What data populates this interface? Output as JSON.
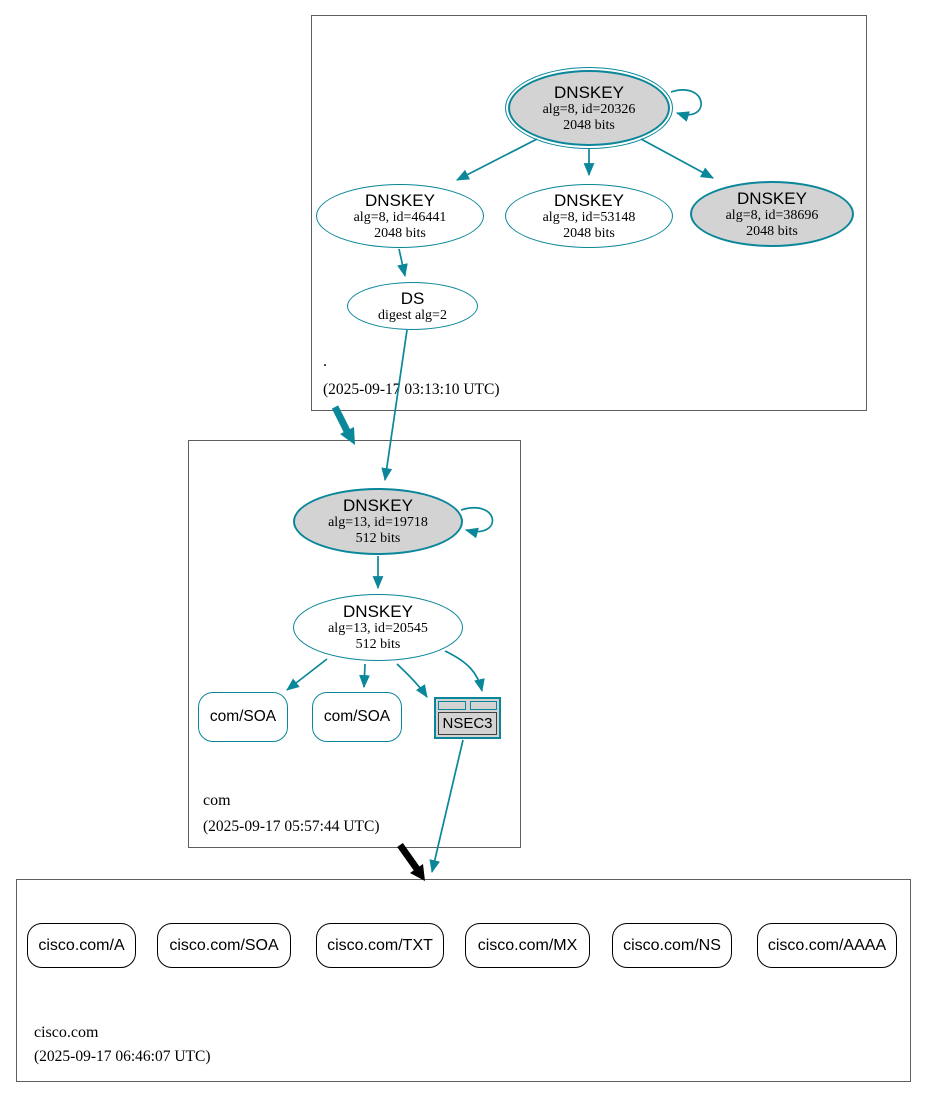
{
  "graph": {
    "colors": {
      "secure_teal": "#0a879a",
      "node_gray_fill": "#d3d3d3",
      "insecure_black": "#000000",
      "zone_box_border": "#5f5f5f"
    },
    "zones": {
      "root": {
        "label": ".",
        "timestamp": "(2025-09-17 03:13:10 UTC)",
        "nodes": {
          "ksk": {
            "title": "DNSKEY",
            "alg": "alg=8, id=20326",
            "bits": "2048 bits"
          },
          "zsk1": {
            "title": "DNSKEY",
            "alg": "alg=8, id=46441",
            "bits": "2048 bits"
          },
          "zsk2": {
            "title": "DNSKEY",
            "alg": "alg=8, id=53148",
            "bits": "2048 bits"
          },
          "key38696": {
            "title": "DNSKEY",
            "alg": "alg=8, id=38696",
            "bits": "2048 bits"
          },
          "ds": {
            "title": "DS",
            "detail": "digest alg=2"
          }
        }
      },
      "com": {
        "label": "com",
        "timestamp": "(2025-09-17 05:57:44 UTC)",
        "nodes": {
          "ksk": {
            "title": "DNSKEY",
            "alg": "alg=13, id=19718",
            "bits": "512 bits"
          },
          "zsk": {
            "title": "DNSKEY",
            "alg": "alg=13, id=20545",
            "bits": "512 bits"
          },
          "soa1": {
            "label": "com/SOA"
          },
          "soa2": {
            "label": "com/SOA"
          },
          "nsec3": {
            "label": "NSEC3"
          }
        }
      },
      "cisco": {
        "label": "cisco.com",
        "timestamp": "(2025-09-17 06:46:07 UTC)",
        "rrsets": [
          {
            "label": "cisco.com/A"
          },
          {
            "label": "cisco.com/SOA"
          },
          {
            "label": "cisco.com/TXT"
          },
          {
            "label": "cisco.com/MX"
          },
          {
            "label": "cisco.com/NS"
          },
          {
            "label": "cisco.com/AAAA"
          }
        ]
      }
    }
  }
}
